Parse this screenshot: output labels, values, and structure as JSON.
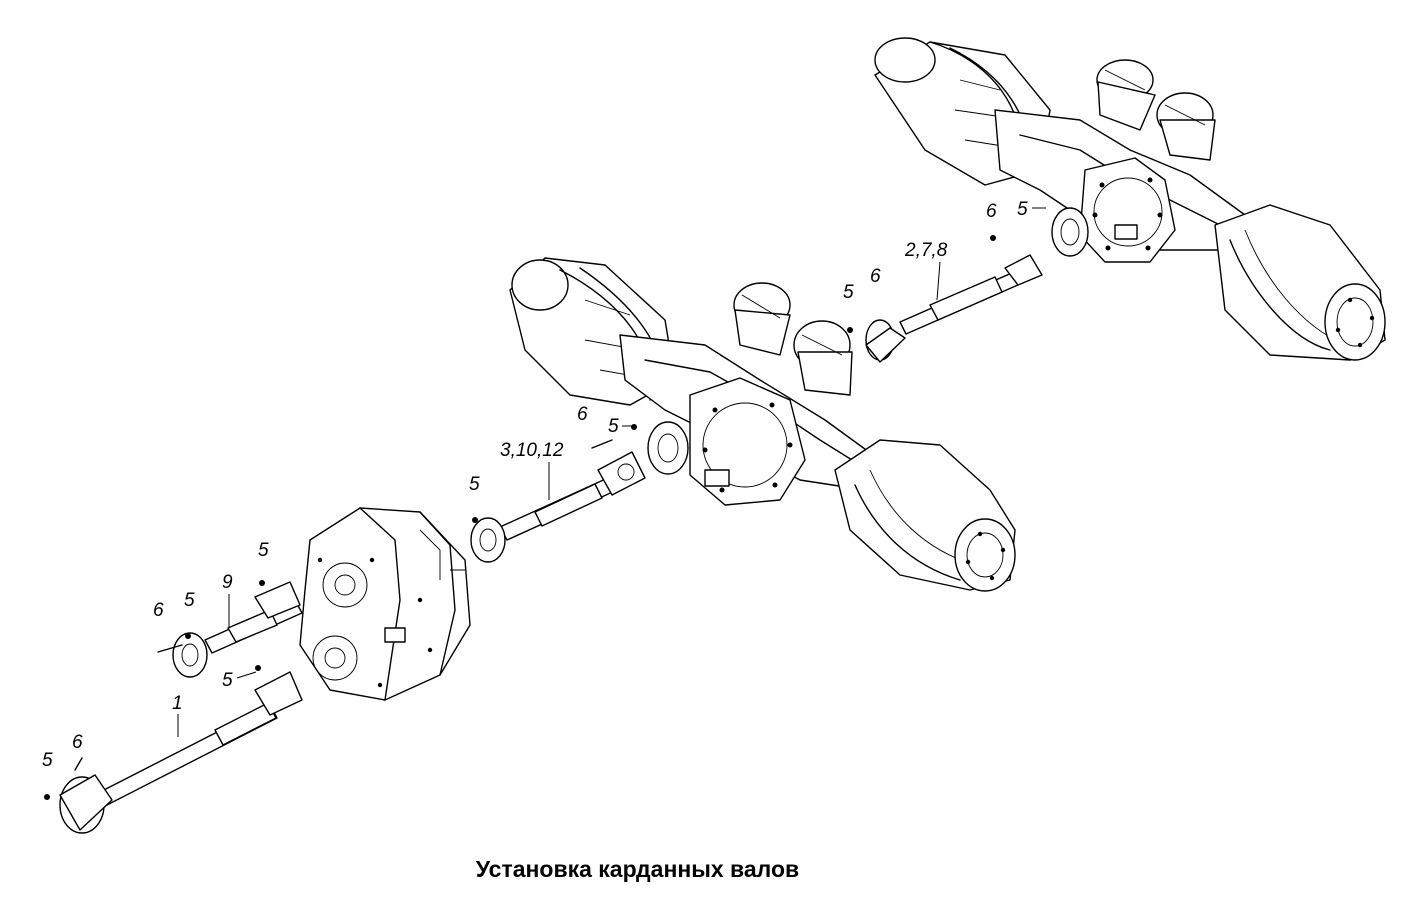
{
  "caption": "Установка карданных валов",
  "callouts": {
    "c_5_rear_flange": "5",
    "c_6_rear_bolt": "6",
    "c_278": "2,7,8",
    "c_5_mid_rear": "5",
    "c_6_mid_rear": "6",
    "c_6_front_axle": "6",
    "c_5_front_axle": "5",
    "c_31012": "3,10,12",
    "c_5_shaft3_end": "5",
    "c_5_shaft9_top": "5",
    "c_9": "9",
    "c_5_shaft9_mid": "5",
    "c_6_shaft9": "6",
    "c_5_shaft1_near": "5",
    "c_1": "1",
    "c_6_shaft1": "6",
    "c_5_shaft1_end": "5"
  }
}
